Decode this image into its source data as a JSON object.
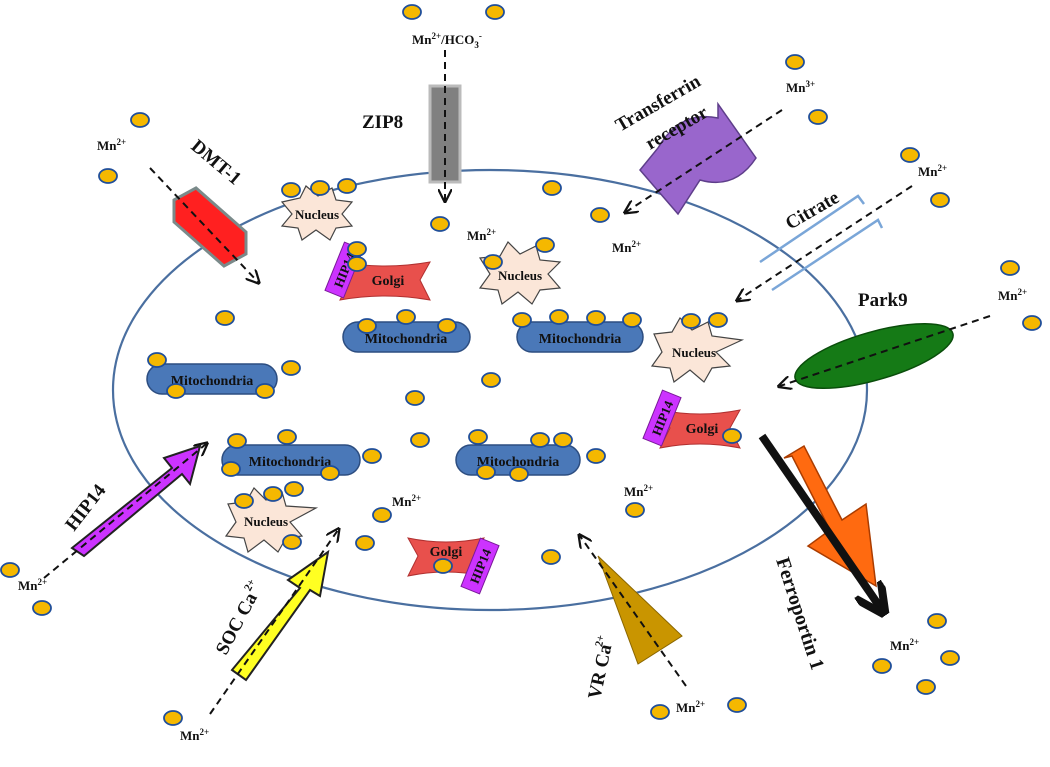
{
  "colors": {
    "ion_fill": "#f5b800",
    "ion_stroke": "#1f4e9a",
    "cell_membrane": "#4a6fa0",
    "mitochondria": "#4a78b8",
    "golgi": "#e8504c",
    "hip14": "#cc33ff",
    "nucleus_fill": "#fbe6d8",
    "dmt1": "#ff2020",
    "zip8": "#808080",
    "transferrin": "#9966cc",
    "citrate": "#7aa6d8",
    "park9": "#157a16",
    "ferroportin": "#ff6a10",
    "soc": "#ffff22",
    "vr": "#c99500"
  },
  "transporters": {
    "zip8": "ZIP8",
    "dmt1": "DMT-1",
    "transferrin_line1": "Transferrin",
    "transferrin_line2": "receptor",
    "citrate": "Citrate",
    "park9": "Park9",
    "hip14": "HIP14",
    "soc": "SOC Ca",
    "vr": "VR Ca",
    "ferroportin": "Ferroportin 1"
  },
  "ions": {
    "mn2": "Mn",
    "mn3": "Mn",
    "charge_2plus": "2+",
    "charge_3plus": "3+",
    "bicarbonate_sep": "/HCO",
    "bicarbonate_sub": "3",
    "bicarbonate_charge": "-"
  },
  "organelles": {
    "mitochondria": "Mitochondria",
    "nucleus": "Nucleus",
    "golgi": "Golgi",
    "hip14_tag": "HIP14"
  }
}
